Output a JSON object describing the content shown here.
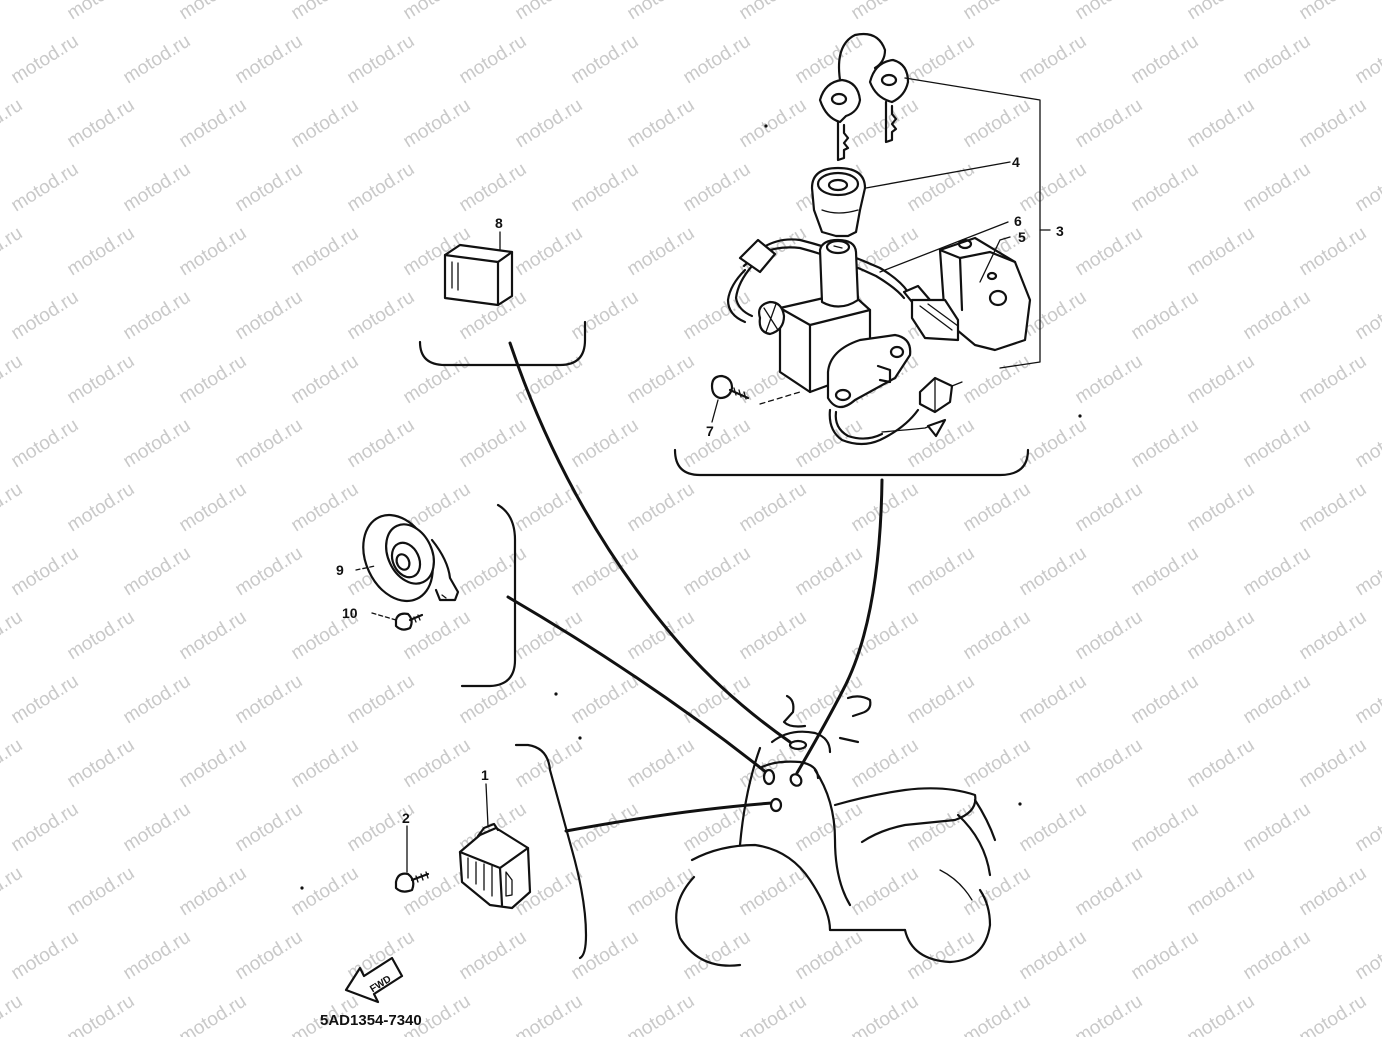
{
  "watermark": "motod.ru",
  "diagram_code": "5AD1354-7340",
  "fwd_label": "FWD",
  "callouts": {
    "c1": "1",
    "c2": "2",
    "c3": "3",
    "c4": "4",
    "c5": "5",
    "c6": "6",
    "c7": "7",
    "c8": "8",
    "c9": "9",
    "c10": "10"
  },
  "colors": {
    "line": "#111111",
    "watermark": "#c9c9c9",
    "background": "#ffffff"
  }
}
